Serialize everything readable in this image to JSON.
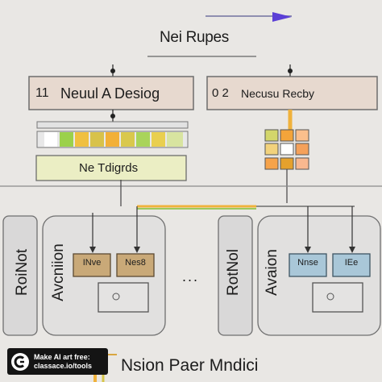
{
  "diagram": {
    "title": "Nei Rupes",
    "box_1": {
      "number": "11",
      "label": "Neuul A Desiog"
    },
    "box_2": {
      "number": "0 2",
      "label": "Necusu Recby"
    },
    "norm_box": {
      "label": "Ne Tdigrds"
    },
    "left_group": {
      "outer_label": "RoiNot",
      "inner_label": "Avcniion",
      "chips": [
        "INve",
        "Nes8"
      ]
    },
    "ellipsis": "...",
    "right_group": {
      "outer_label": "RotNol",
      "inner_label": "Avaion",
      "chips": [
        "Nnse",
        "IEe"
      ]
    },
    "bottom_title": "Nsion Paer Mndici"
  },
  "watermark": {
    "line1": "Make AI art free:",
    "line2": "classace.io/tools"
  },
  "colors": {
    "background": "#e9e7e4",
    "box_fill": "#e7d9cf",
    "norm_fill": "#ebeec4",
    "chip_orange": "#c9a978",
    "chip_blue": "#a9c7d8",
    "wire_orange": "#f0b23c",
    "arrow_purple": "#5b3fd6"
  }
}
